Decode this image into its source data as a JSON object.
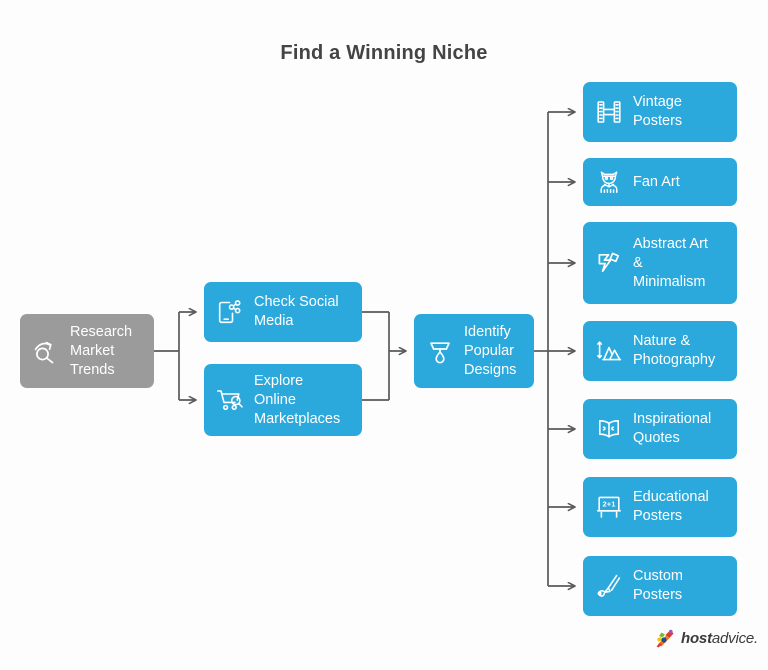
{
  "page": {
    "title": "Find a Winning Niche",
    "background": "#fdfdfd",
    "accent_blue": "#2BA9DC",
    "neutral_grey": "#9B9B9B",
    "connector_color": "#5a5a5a",
    "title_color": "#444444"
  },
  "chart_data": {
    "type": "diagram",
    "title": "Find a Winning Niche",
    "orientation": "left-to-right flowchart",
    "nodes": [
      {
        "id": "research",
        "label": "Research\nMarket\nTrends",
        "icon": "trend-search-icon",
        "color": "#9B9B9B",
        "stage": 1
      },
      {
        "id": "social",
        "label": "Check Social\nMedia",
        "icon": "mobile-share-icon",
        "color": "#2BA9DC",
        "stage": 2
      },
      {
        "id": "explore",
        "label": "Explore\nOnline\nMarketplaces",
        "icon": "cart-search-icon",
        "color": "#2BA9DC",
        "stage": 2
      },
      {
        "id": "identify",
        "label": "Identify\nPopular\nDesigns",
        "icon": "paint-roller-icon",
        "color": "#2BA9DC",
        "stage": 3
      },
      {
        "id": "vintage",
        "label": "Vintage\nPosters",
        "icon": "film-strip-icon",
        "color": "#2BA9DC",
        "stage": 4
      },
      {
        "id": "fanart",
        "label": "Fan Art",
        "icon": "superhero-icon",
        "color": "#2BA9DC",
        "stage": 4
      },
      {
        "id": "abstract",
        "label": "Abstract Art\n&\nMinimalism",
        "icon": "abstract-shape-icon",
        "color": "#2BA9DC",
        "stage": 4
      },
      {
        "id": "nature",
        "label": "Nature &\nPhotography",
        "icon": "mountains-icon",
        "color": "#2BA9DC",
        "stage": 4
      },
      {
        "id": "quotes",
        "label": "Inspirational\nQuotes",
        "icon": "open-book-icon",
        "color": "#2BA9DC",
        "stage": 4
      },
      {
        "id": "edu",
        "label": "Educational\nPosters",
        "icon": "blackboard-icon",
        "color": "#2BA9DC",
        "stage": 4,
        "icon_text": "2+1"
      },
      {
        "id": "custom",
        "label": "Custom\nPosters",
        "icon": "brush-pen-icon",
        "color": "#2BA9DC",
        "stage": 4
      }
    ],
    "edges": [
      {
        "from": "research",
        "to": "social",
        "style": "elbow-arrow"
      },
      {
        "from": "research",
        "to": "explore",
        "style": "elbow-arrow"
      },
      {
        "from": "social",
        "to": "identify",
        "style": "elbow-arrow"
      },
      {
        "from": "explore",
        "to": "identify",
        "style": "elbow-arrow"
      },
      {
        "from": "identify",
        "to": "vintage",
        "style": "elbow-arrow"
      },
      {
        "from": "identify",
        "to": "fanart",
        "style": "elbow-arrow"
      },
      {
        "from": "identify",
        "to": "abstract",
        "style": "elbow-arrow"
      },
      {
        "from": "identify",
        "to": "nature",
        "style": "elbow-arrow"
      },
      {
        "from": "identify",
        "to": "quotes",
        "style": "elbow-arrow"
      },
      {
        "from": "identify",
        "to": "edu",
        "style": "elbow-arrow"
      },
      {
        "from": "identify",
        "to": "custom",
        "style": "elbow-arrow"
      }
    ]
  },
  "nodes": {
    "research": {
      "label": "Research\nMarket\nTrends"
    },
    "social": {
      "label": "Check Social\nMedia"
    },
    "explore": {
      "label": "Explore\nOnline\nMarketplaces"
    },
    "identify": {
      "label": "Identify\nPopular\nDesigns"
    },
    "vintage": {
      "label": "Vintage\nPosters"
    },
    "fanart": {
      "label": "Fan Art"
    },
    "abstract": {
      "label": "Abstract Art\n&\nMinimalism"
    },
    "nature": {
      "label": "Nature &\nPhotography"
    },
    "quotes": {
      "label": "Inspirational\nQuotes"
    },
    "edu": {
      "label": "Educational\nPosters",
      "icon_text": "2+1"
    },
    "custom": {
      "label": "Custom\nPosters"
    }
  },
  "footer": {
    "logo_bold": "host",
    "logo_light": "advice."
  }
}
